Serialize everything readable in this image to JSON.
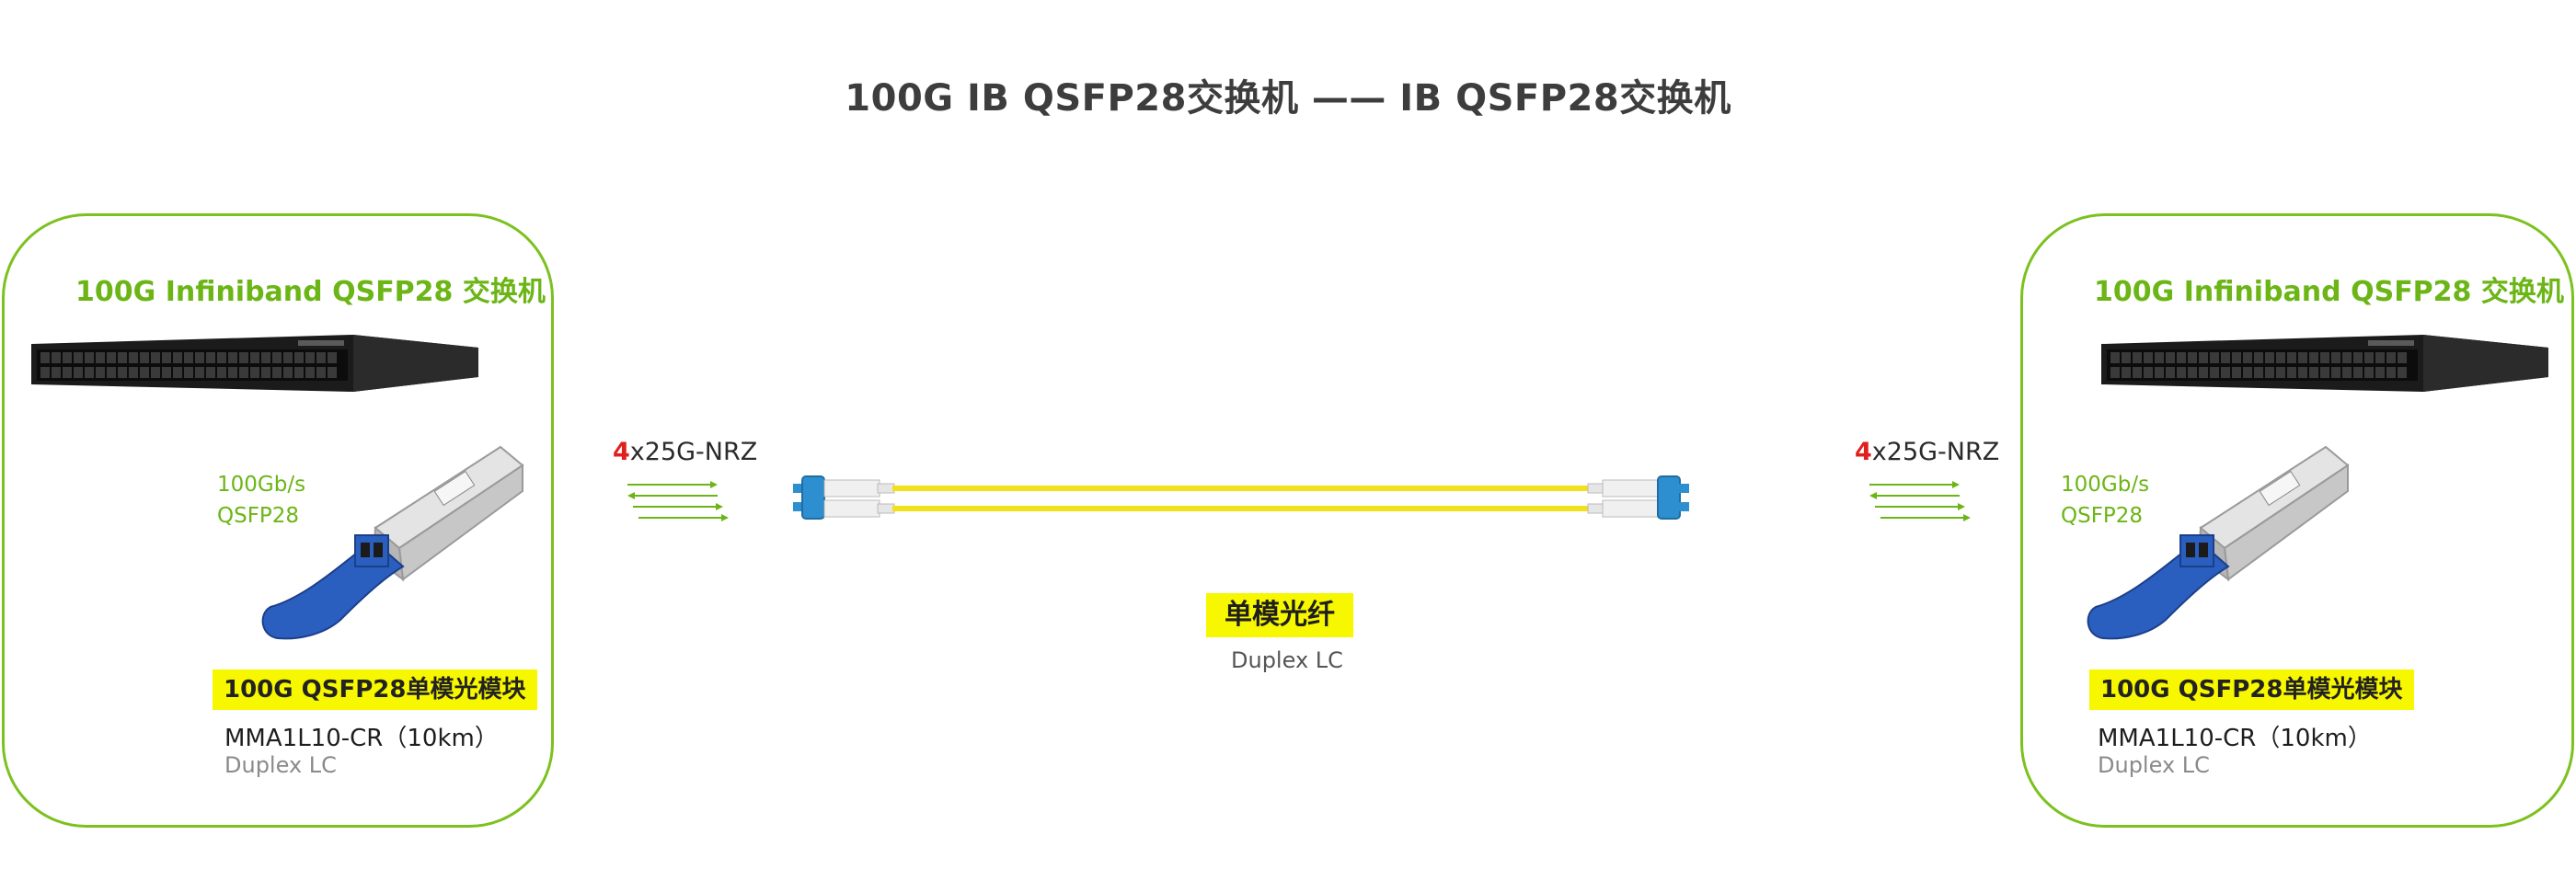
{
  "title": "100G IB QSFP28交换机 —— IB QSFP28交换机",
  "left_panel": {
    "title": "100G Infiniband QSFP28 交换机",
    "rate_label_line1": "100Gb/s",
    "rate_label_line2": "QSFP28",
    "module_tag": "100G QSFP28单模光模块",
    "part_number": "MMA1L10-CR（10km）",
    "connector": "Duplex LC"
  },
  "right_panel": {
    "title": "100G Infiniband QSFP28 交换机",
    "rate_label_line1": "100Gb/s",
    "rate_label_line2": "QSFP28",
    "module_tag": "100G QSFP28单模光模块",
    "part_number": "MMA1L10-CR（10km）",
    "connector": "Duplex LC"
  },
  "lanes_left": {
    "count": "4",
    "rest": "x25G-NRZ"
  },
  "lanes_right": {
    "count": "4",
    "rest": "x25G-NRZ"
  },
  "fiber": {
    "tag": "单模光纤",
    "connector": "Duplex LC"
  },
  "colors": {
    "accent_green": "#7cc11f",
    "highlight_yellow": "#f7f700",
    "fiber_yellow": "#f2e01a",
    "lc_blue": "#2d8fcf",
    "module_blue": "#2a5fbf",
    "lane_red": "#e0201d"
  },
  "icons": [
    "switch-icon",
    "qsfp28-module-icon",
    "lane-arrows-icon",
    "lc-connector-icon",
    "fiber-cable-icon"
  ]
}
